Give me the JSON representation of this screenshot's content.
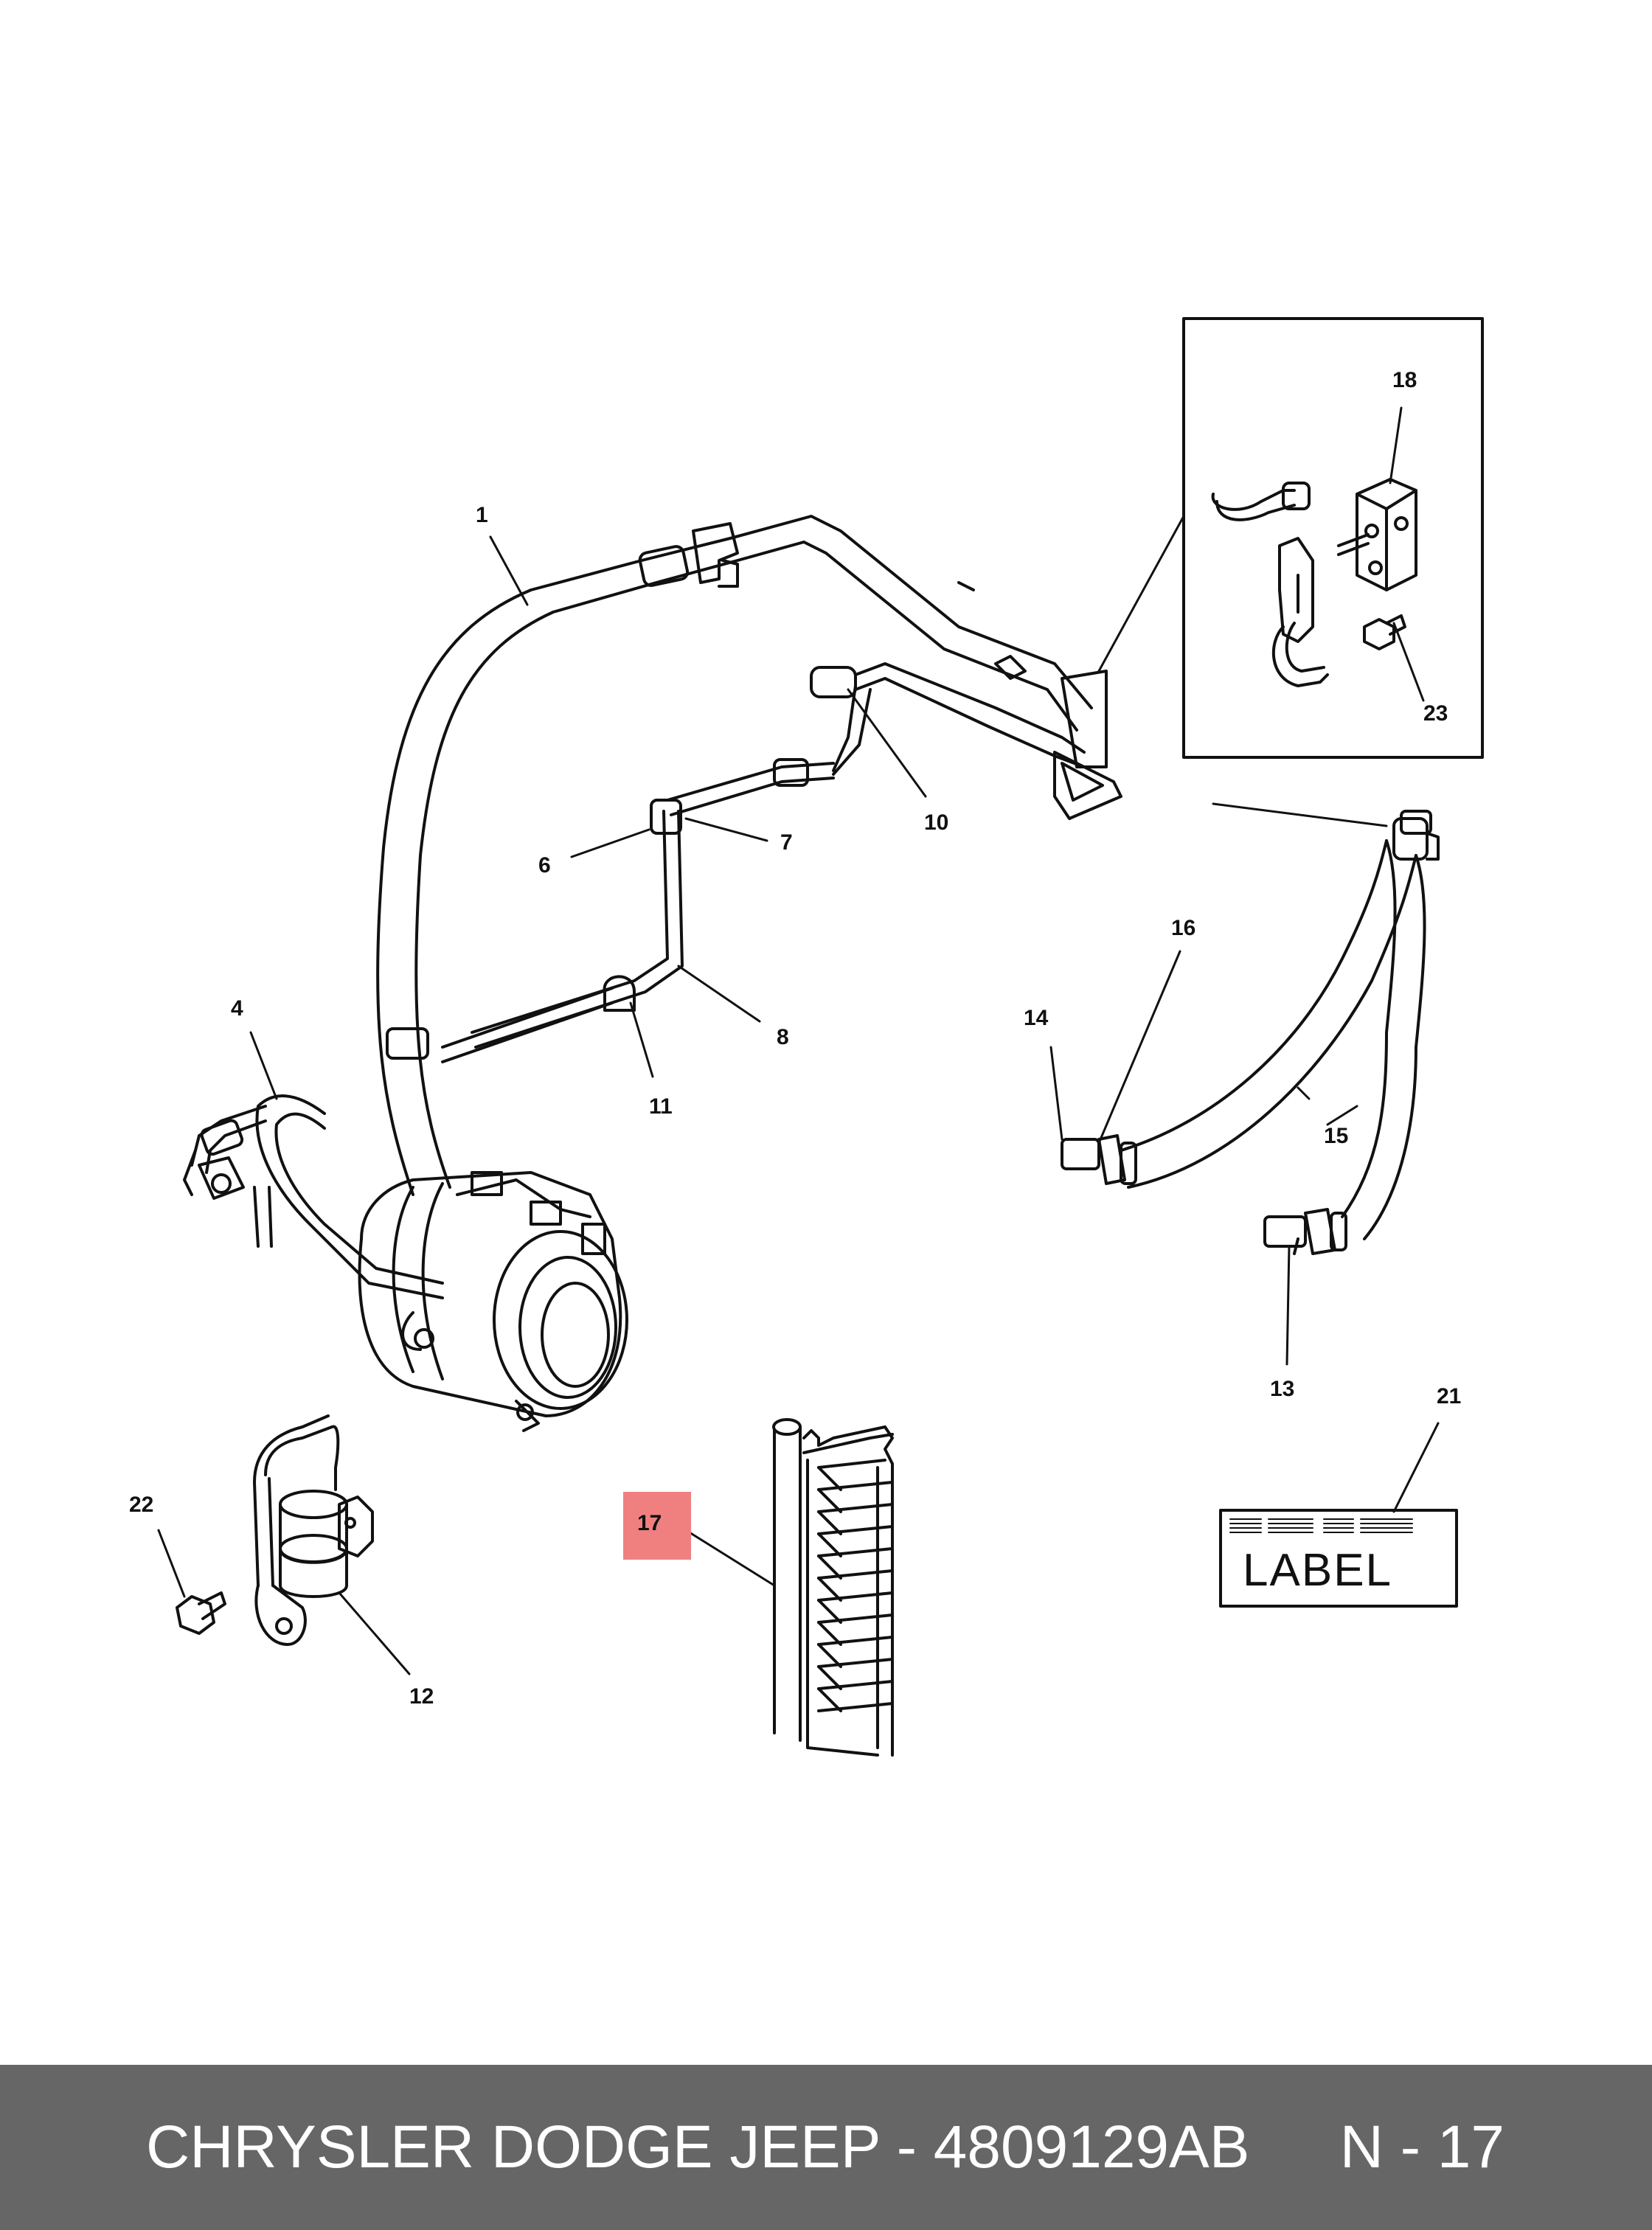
{
  "callouts": {
    "c1": "1",
    "c4": "4",
    "c6": "6",
    "c7": "7",
    "c8": "8",
    "c10": "10",
    "c11": "11",
    "c12": "12",
    "c13": "13",
    "c14": "14",
    "c15": "15",
    "c16": "16",
    "c17": "17",
    "c18": "18",
    "c21": "21",
    "c22": "22",
    "c23": "23"
  },
  "highlight": {
    "callout": "17",
    "color": "#f08080"
  },
  "label_plate": {
    "text": "LABEL"
  },
  "footer": {
    "title": "CHRYSLER DODGE JEEP - 4809129AB",
    "position": "N - 17",
    "background": "#666666"
  }
}
